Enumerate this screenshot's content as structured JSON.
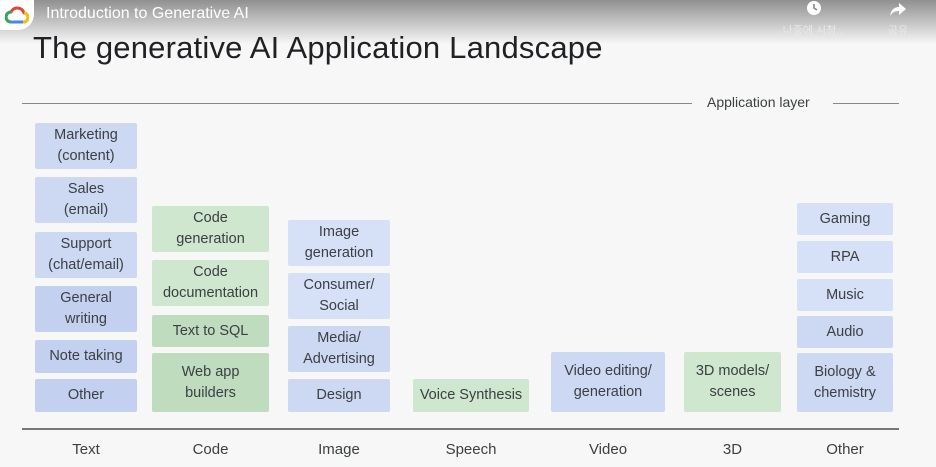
{
  "video": {
    "title": "Introduction to Generative AI"
  },
  "controls": {
    "watch_later": "나중에 시청...",
    "share": "공유"
  },
  "slide": {
    "title": "The generative AI Application Landscape",
    "layer_label": "Application layer",
    "columns": [
      "Text",
      "Code",
      "Image",
      "Speech",
      "Video",
      "3D",
      "Other"
    ],
    "text_items": [
      "Marketing\n(content)",
      "Sales\n(email)",
      "Support\n(chat/email)",
      "General\nwriting",
      "Note taking",
      "Other"
    ],
    "code_items": [
      "Code\ngeneration",
      "Code\ndocumentation",
      "Text to SQL",
      "Web app\nbuilders"
    ],
    "image_items": [
      "Image\ngeneration",
      "Consumer/\nSocial",
      "Media/\nAdvertising",
      "Design"
    ],
    "speech_items": [
      "Voice Synthesis"
    ],
    "video_items": [
      "Video editing/\ngeneration"
    ],
    "3d_items": [
      "3D models/\nscenes"
    ],
    "other_items": [
      "Gaming",
      "RPA",
      "Music",
      "Audio",
      "Biology &\nchemistry"
    ]
  },
  "colors": {
    "blue_box": "#cdd8f3",
    "green_box": "#cfe6cf"
  }
}
